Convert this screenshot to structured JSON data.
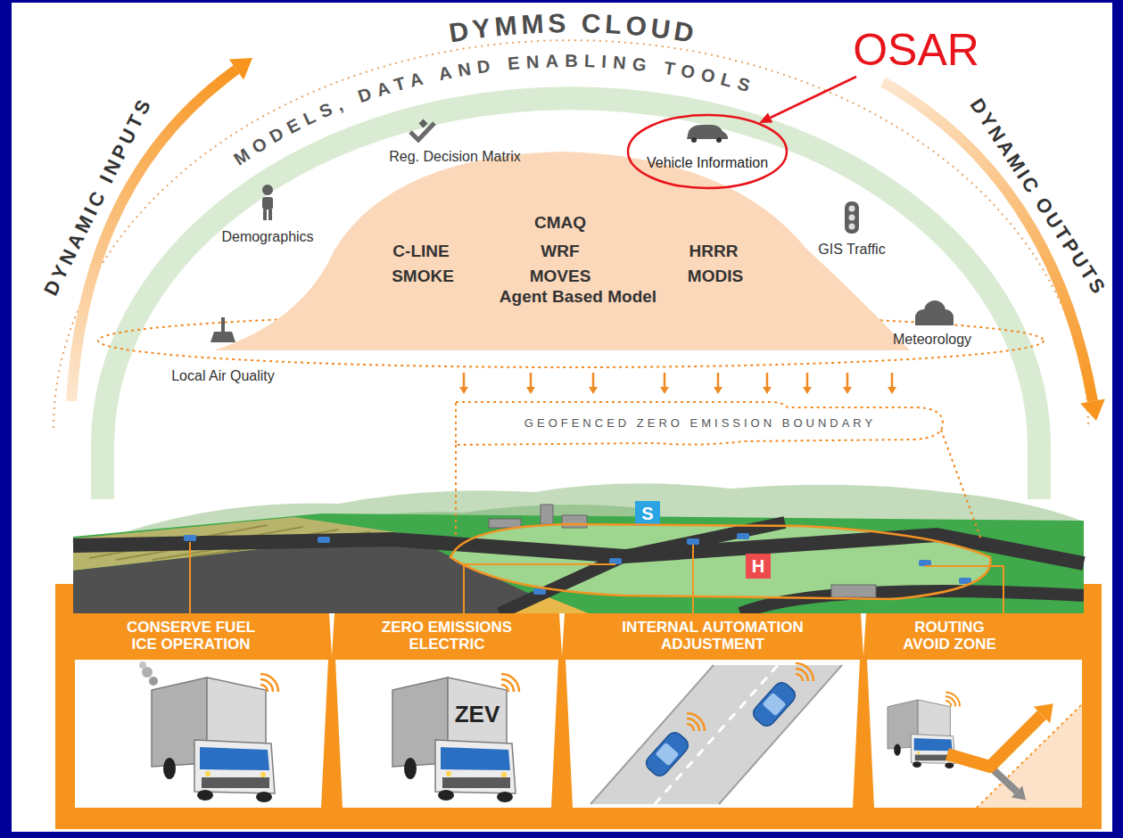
{
  "diagram": {
    "nodes": [
      {
        "text": [
          "CMAQ",
          "C-LINE",
          "WRF",
          "HRRR",
          "SMOKE",
          "MOVES",
          "MODIS",
          "Agent Based Model"
        ]
      },
      {
        "text": [
          "Vehicle Information"
        ]
      },
      {
        "text": [
          "GEOFENCED ZERO EMISSION BOUNDARY"
        ]
      },
      {
        "text": [
          "CONSERVE FUEL ICE OPERATION"
        ]
      },
      {
        "text": [
          "ZERO EMISSIONS ELECTRIC"
        ]
      },
      {
        "text": [
          "INTERNAL AUTOMATION ADJUSTMENT"
        ]
      },
      {
        "text": [
          "ROUTING AVOID ZONE"
        ]
      }
    ],
    "labels": [
      "DYMMS CLOUD",
      "MODELS, DATA AND ENABLING TOOLS",
      "OSAR",
      "DYNAMIC INPUTS",
      "DYNAMIC OUTPUTS",
      "Reg. Decision Matrix",
      "Demographics",
      "GIS Traffic",
      "Local Air Quality",
      "Meteorology",
      "S",
      "H",
      "ZEV"
    ]
  }
}
